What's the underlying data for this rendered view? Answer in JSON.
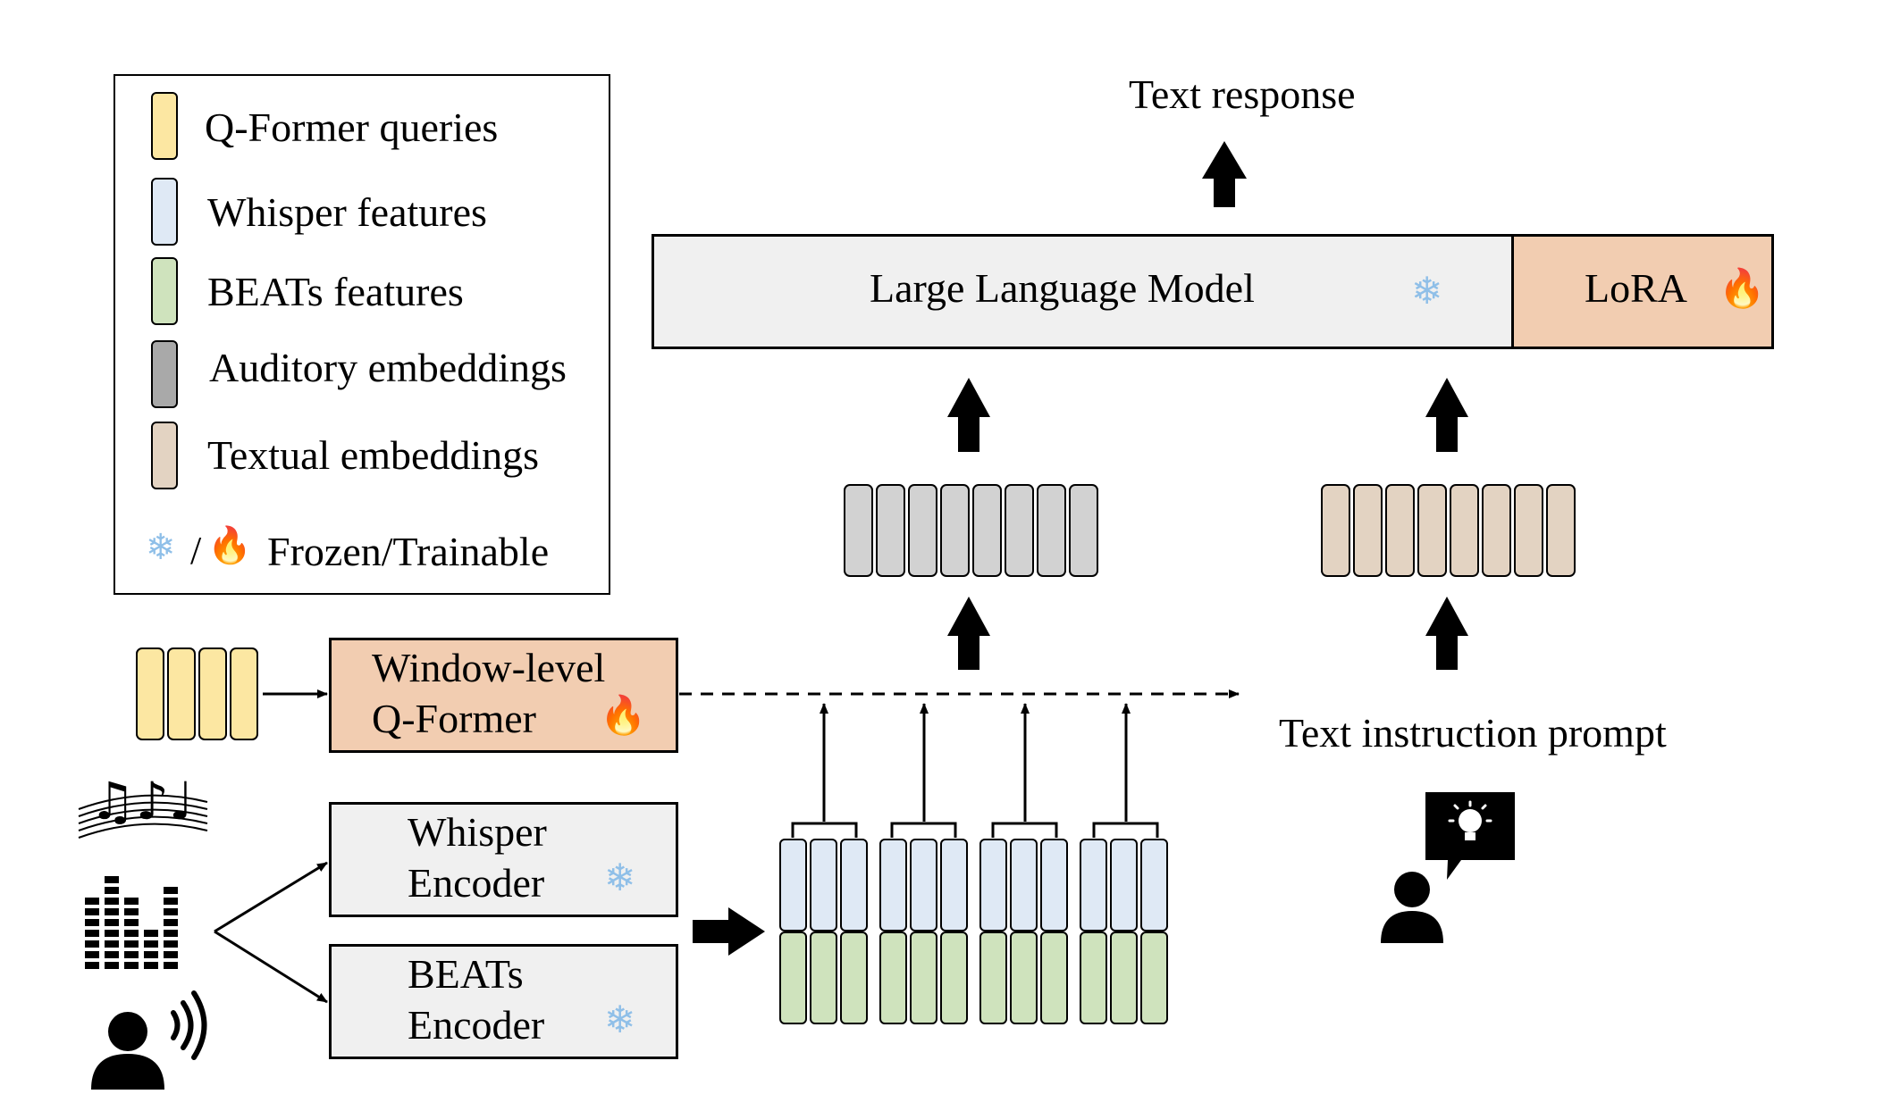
{
  "colors": {
    "query": "#fce7a2",
    "whisper": "#dfe9f5",
    "beats": "#cfe3bd",
    "auditory": "#d2d2d2",
    "textual": "#e3d3c2",
    "trainable": "#f2cdb1",
    "frozen_box": "#f0f0f0",
    "snowflake": "#8fbfe8",
    "flame": "#f07a1e"
  },
  "legend": {
    "items": [
      {
        "label": "Q-Former queries",
        "color_key": "query"
      },
      {
        "label": "Whisper features",
        "color_key": "whisper"
      },
      {
        "label": "BEATs features",
        "color_key": "beats"
      },
      {
        "label": "Auditory embeddings",
        "color_key": "auditory"
      },
      {
        "label": "Textual embeddings",
        "color_key": "textual"
      }
    ],
    "frozen_trainable_label": "Frozen/Trainable",
    "separator": "/"
  },
  "icons": {
    "snowflake": "❄",
    "flame": "🔥",
    "music_notes": "♫♪♩",
    "equalizer": "equalizer-icon",
    "speaker": "speaking-person-icon",
    "user_idea": "person-with-lightbulb-icon"
  },
  "blocks": {
    "llm_label": "Large Language Model",
    "lora_label": "LoRA",
    "qformer_line1": "Window-level",
    "qformer_line2": "Q-Former",
    "whisper_line1": "Whisper",
    "whisper_line2": "Encoder",
    "beats_line1": "BEATs",
    "beats_line2": "Encoder"
  },
  "text": {
    "response": "Text response",
    "instruction": "Text instruction prompt"
  }
}
